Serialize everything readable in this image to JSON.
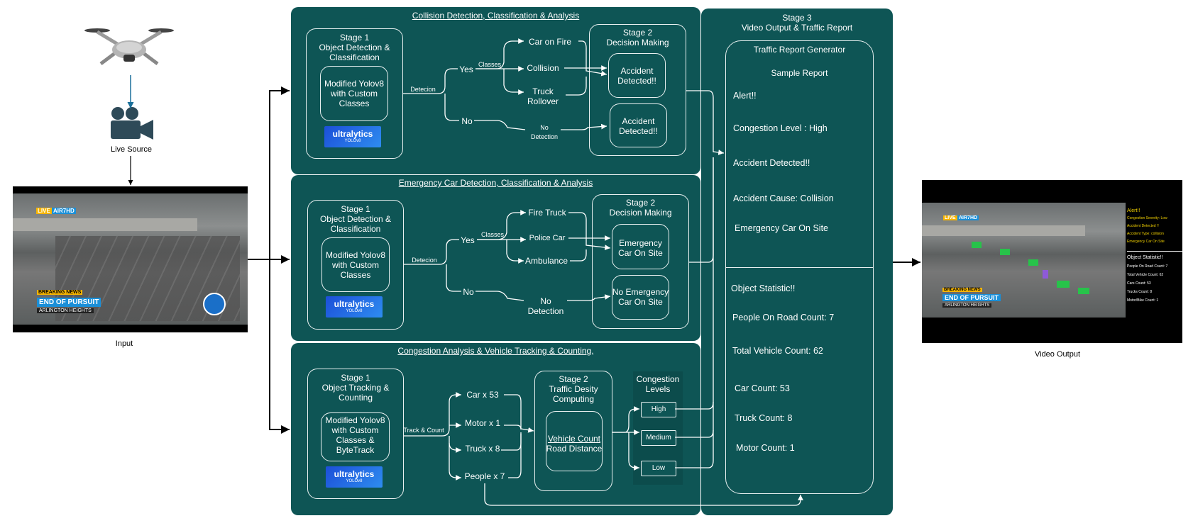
{
  "input": {
    "source_label": "Live Source",
    "caption": "Input",
    "badge_live": "LIVE",
    "badge_hd": "AIR7HD",
    "breaking": "BREAKING NEWS",
    "headline": "END OF PURSUIT",
    "location": "ARLINGTON HEIGHTS"
  },
  "output": {
    "caption": "Video Output",
    "overlay_alerts": [
      "Alert!!",
      "Congestion Severity: Low",
      "Accident Detected !!",
      "Accident Type: collision",
      "Emergency Car On Site"
    ],
    "overlay_stats": [
      "Object Statistic!!",
      "People On Road Count: 7",
      "Total Vehicle Count: 62",
      "Cars Count: 53",
      "Trucks Count: 8",
      "Motor/Bike Count: 1"
    ]
  },
  "collision": {
    "title": "Collision Detection, Classification & Analysis",
    "stage1_title": "Stage 1\nObject Detection &\nClassification",
    "model": "Modified Yolov8\nwith Custom\nClasses",
    "detecion": "Detecion",
    "yes": "Yes",
    "no": "No",
    "classes": "Classes",
    "class_items": [
      "Car on Fire",
      "Collision",
      "Truck\nRollover"
    ],
    "no_detection": "No\nDetection",
    "stage2_title": "Stage 2\nDecision Making",
    "decision_a": "Accident\nDetected!!",
    "decision_b": "Accident\nDetected!!"
  },
  "emergency": {
    "title": "Emergency Car Detection, Classification & Analysis",
    "stage1_title": "Stage 1\nObject Detection &\nClassification",
    "model": "Modified Yolov8\nwith Custom\nClasses",
    "detecion": "Detecion",
    "yes": "Yes",
    "no": "No",
    "classes": "Classes",
    "class_items": [
      "Fire Truck",
      "Police Car",
      "Ambulance"
    ],
    "no_detection": "No\nDetection",
    "stage2_title": "Stage 2\nDecision Making",
    "decision_a": "Emergency\nCar On Site",
    "decision_b": "No Emergency\nCar On Site"
  },
  "congestion": {
    "title": "Congestion Analysis & Vehicle Tracking & Counting,",
    "stage1_title": "Stage 1\nObject Tracking &\nCounting",
    "model": "Modified Yolov8\nwith Custom\nClasses &\nByteTrack",
    "track_count": "Track & Count",
    "counts": [
      "Car x 53",
      "Motor x 1",
      "Truck x 8",
      "People x 7"
    ],
    "stage2_title": "Stage 2\nTraffic Desity\nComputing",
    "compute_line1": "Vehicle Count",
    "compute_line2": "Road Distance",
    "levels_title": "Congestion\nLevels",
    "levels": [
      "High",
      "Medium",
      "Low"
    ]
  },
  "logo": {
    "name": "ultralytics",
    "sub": "YOLOv8"
  },
  "stage3": {
    "title": "Stage 3\nVideo Output & Traffic Report",
    "generator": "Traffic Report Generator",
    "sample": "Sample Report",
    "report": [
      "Alert!!",
      "Congestion Level : High",
      "Accident Detected!!",
      "Accident Cause: Collision",
      "Emergency Car On Site"
    ],
    "stats": [
      "Object Statistic!!",
      "People On Road Count: 7",
      "Total Vehicle Count: 62",
      "Car Count: 53",
      "Truck Count: 8",
      "Motor Count: 1"
    ]
  }
}
